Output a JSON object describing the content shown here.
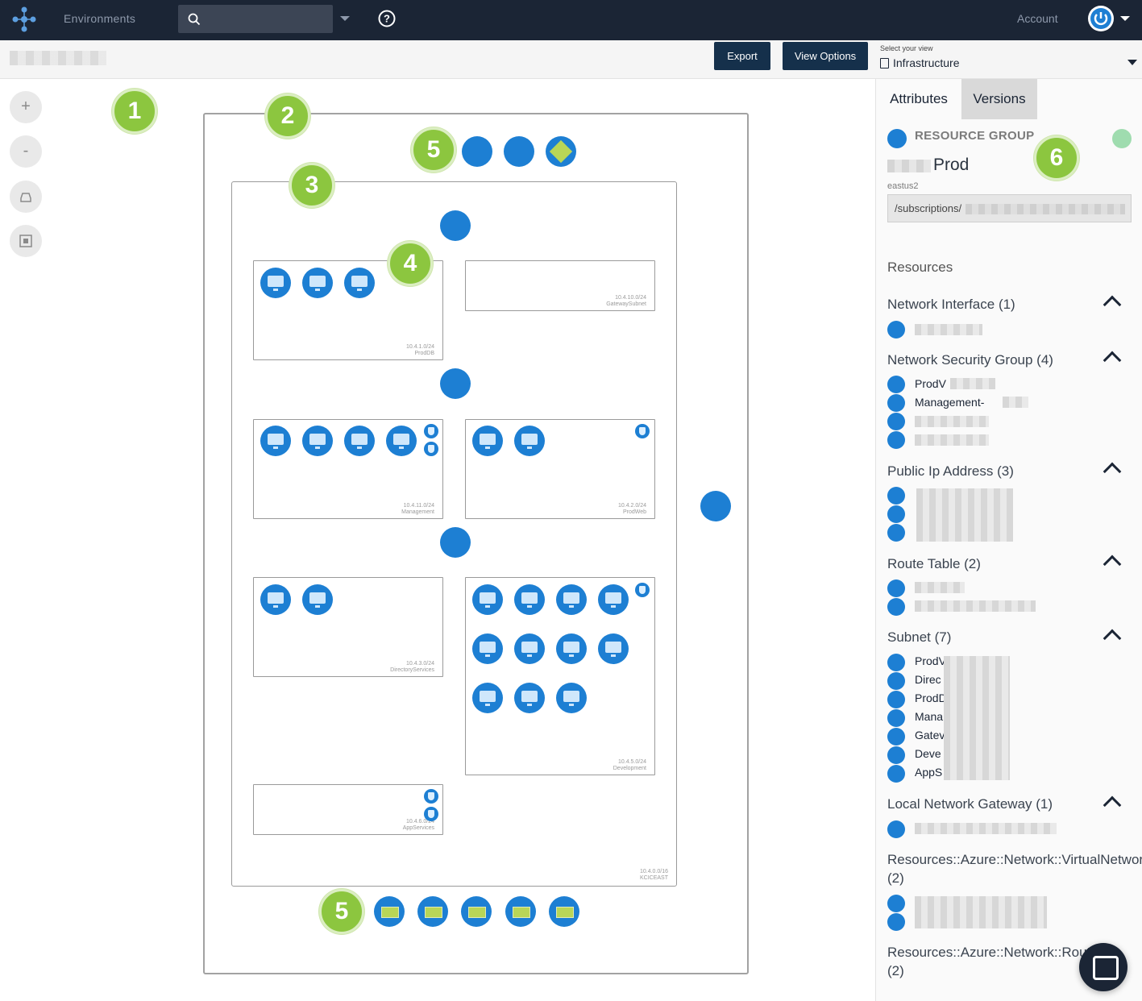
{
  "nav": {
    "environments_label": "Environments",
    "account_label": "Account",
    "search_placeholder": ""
  },
  "toolbar": {
    "export_label": "Export",
    "view_options_label": "View Options",
    "view_select_label": "Select your view",
    "view_select_value": "Infrastructure"
  },
  "zoom": {
    "in": "+",
    "out": "-"
  },
  "diagram": {
    "badges": [
      "1",
      "2",
      "3",
      "4",
      "5",
      "5",
      "6"
    ],
    "subnets": {
      "proddb": {
        "cidr": "10.4.1.0/24",
        "name": "ProdDB"
      },
      "gateway": {
        "cidr": "10.4.10.0/24",
        "name": "GatewaySubnet"
      },
      "management": {
        "cidr": "10.4.11.0/24",
        "name": "Management"
      },
      "prodweb": {
        "cidr": "10.4.2.0/24",
        "name": "ProdWeb"
      },
      "directory": {
        "cidr": "10.4.3.0/24",
        "name": "DirectoryServices"
      },
      "development": {
        "cidr": "10.4.5.0/24",
        "name": "Development"
      },
      "appservices": {
        "cidr": "10.4.6.0/24",
        "name": "AppServices"
      }
    },
    "vnet": {
      "cidr": "10.4.0.0/16",
      "name": "KCICEAST"
    }
  },
  "panel": {
    "tabs": {
      "attributes": "Attributes",
      "versions": "Versions"
    },
    "type_label": "RESOURCE GROUP",
    "name": "Prod",
    "region": "eastus2",
    "id_prefix": "/subscriptions/",
    "resources_heading": "Resources",
    "status_color": "#9fdcaf",
    "sections": [
      {
        "title": "Network Interface (1)",
        "items": []
      },
      {
        "title": "Network Security Group (4)",
        "items": [
          "ProdV",
          "Management-"
        ]
      },
      {
        "title": "Public Ip Address (3)",
        "items": []
      },
      {
        "title": "Route Table (2)",
        "items": []
      },
      {
        "title": "Subnet (7)",
        "items": [
          "ProdV",
          "Direc",
          "ProdD",
          "Mana",
          "Gatev",
          "Deve",
          "AppS"
        ]
      },
      {
        "title": "Local Network Gateway (1)",
        "items": []
      },
      {
        "title": "Resources::Azure::Network::VirtualNetwork",
        "count": "(2)",
        "items": []
      },
      {
        "title": "Resources::Azure::Network::Route",
        "count": "(2)",
        "items": []
      }
    ]
  },
  "colors": {
    "nav_bg": "#1b2535",
    "accent": "#1d7fd3",
    "badge": "#8cc63f",
    "button": "#15304b"
  }
}
